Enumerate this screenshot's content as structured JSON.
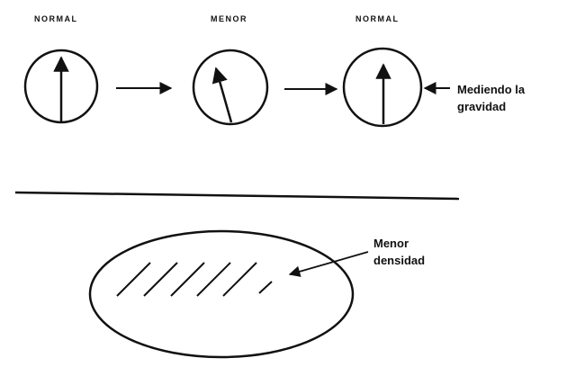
{
  "top_labels": [
    "NORMAL",
    "MENOR",
    "NORMAL"
  ],
  "gauges": [
    {
      "label_index": 0,
      "needle": "up"
    },
    {
      "label_index": 1,
      "needle": "tilted"
    },
    {
      "label_index": 2,
      "needle": "up"
    }
  ],
  "callouts": {
    "gravity": [
      "Mediendo la",
      "gravidad"
    ],
    "density": [
      "Menor",
      "densidad"
    ]
  },
  "colors": {
    "ink": "#111111",
    "background": "#ffffff"
  }
}
